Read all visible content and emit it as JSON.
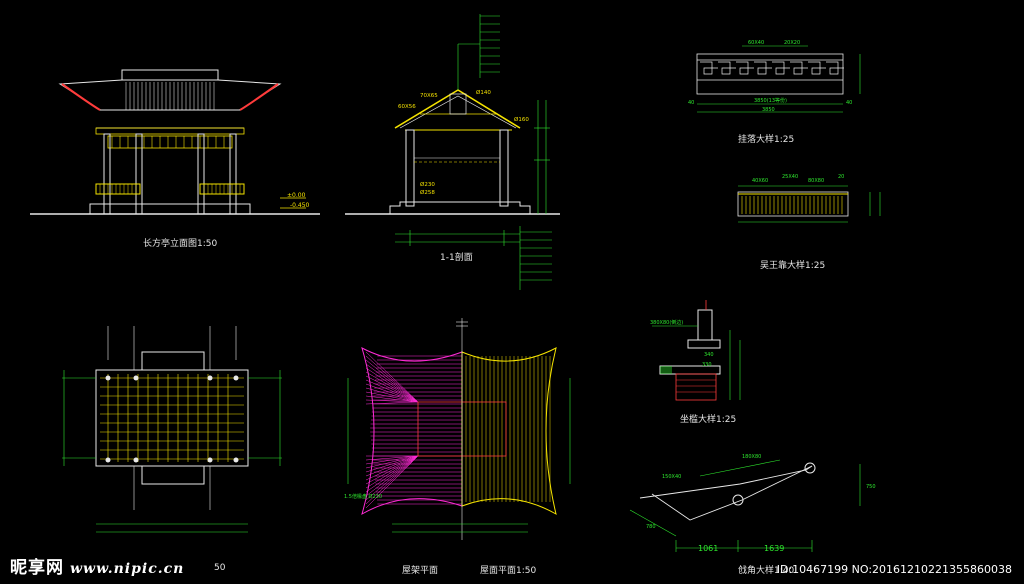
{
  "drawing": {
    "labels": {
      "elevation": "长方亭立面图1:50",
      "section": "1-1剖面",
      "hanging": "挂落大样1:25",
      "railing": "吴王靠大样1:25",
      "bench": "坐槛大样1:25",
      "roof_frame": "屋架平面",
      "roof_plan": "屋面平面1:50",
      "corner": "戗角大样1:40",
      "plan_partial": "50"
    },
    "dims": {
      "d1061": "1061",
      "d1639": "1639"
    }
  },
  "watermark": {
    "brand": "昵享网",
    "url": "www.nipic.cn",
    "id_text": "ID:10467199 NO:20161210221355860038"
  },
  "colors": {
    "yellow": "#f5e300",
    "green": "#2ee82e",
    "magenta": "#ff2bd6",
    "white": "#e8e8e8",
    "red": "#ff3b3b",
    "cyan": "#28d9e6"
  }
}
